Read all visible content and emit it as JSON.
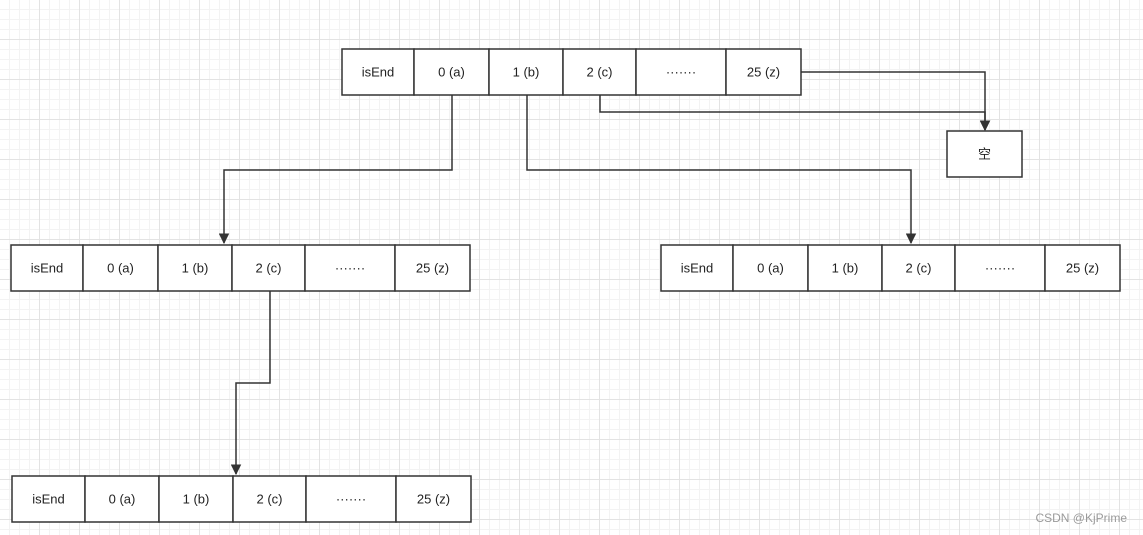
{
  "cell_labels": [
    "isEnd",
    "0 (a)",
    "1 (b)",
    "2 (c)",
    "·······",
    "25 (z)"
  ],
  "nodes": [
    {
      "id": "root"
    },
    {
      "id": "child-a"
    },
    {
      "id": "child-b"
    },
    {
      "id": "grandchild-c"
    }
  ],
  "null_node": {
    "label": "空"
  },
  "edges": [
    {
      "from": "root.0 (a)",
      "to": "child-a"
    },
    {
      "from": "root.1 (b)",
      "to": "child-b"
    },
    {
      "from": "root.2 (c)",
      "to": "空"
    },
    {
      "from": "root.25 (z)",
      "to": "空"
    },
    {
      "from": "child-a.2 (c)",
      "to": "grandchild-c"
    }
  ],
  "watermark": "CSDN @KjPrime"
}
